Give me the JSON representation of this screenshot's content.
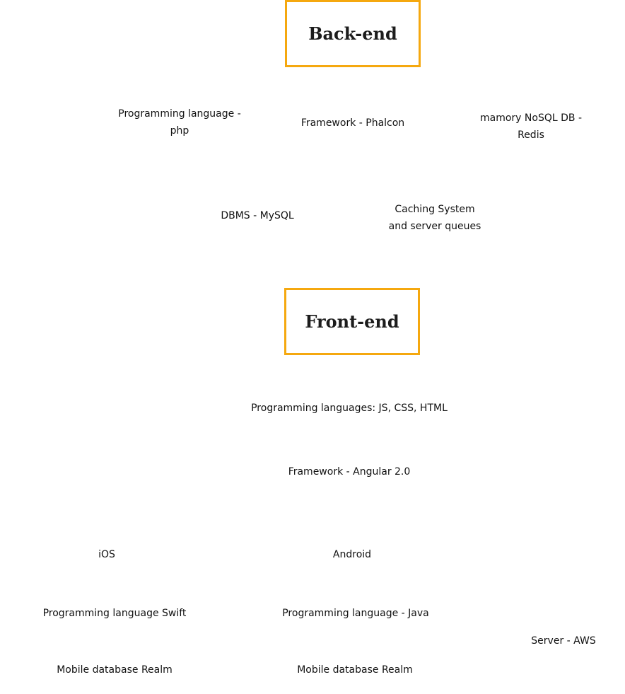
{
  "backend": {
    "title": "Back-end",
    "language": [
      "Programming language -",
      "php"
    ],
    "framework": "Framework - Phalcon",
    "nosql": [
      "mamory NoSQL DB -",
      "Redis"
    ],
    "dbms": "DBMS - MySQL",
    "caching": [
      "Caching System",
      "and server queues"
    ]
  },
  "frontend": {
    "title": "Front-end",
    "languages": "Programming languages: JS, CSS, HTML",
    "framework": "Framework - Angular 2.0"
  },
  "mobile": {
    "ios": {
      "label": "iOS",
      "language": "Programming language Swift",
      "database": "Mobile database Realm"
    },
    "android": {
      "label": "Android",
      "language": "Programming language - Java",
      "database": "Mobile database Realm"
    }
  },
  "server": "Server - AWS",
  "colors": {
    "heading_border": "#f5a80f"
  }
}
